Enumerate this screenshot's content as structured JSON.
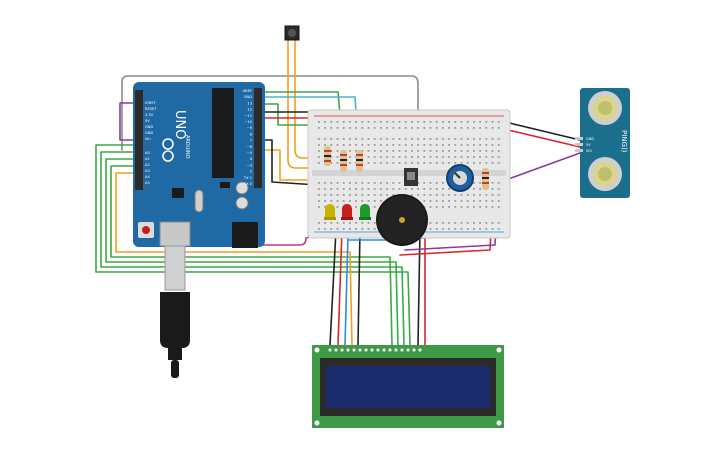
{
  "arduino": {
    "brand": "UNO",
    "model_text": "ARDUINO",
    "digital_pins": [
      "AREF",
      "GND",
      "13",
      "12",
      "~11",
      "~10",
      "~9",
      "8",
      "7",
      "~6",
      "~5",
      "4",
      "~3",
      "2",
      "TX 1",
      "RX 0"
    ],
    "power_pins": [
      "IOREF",
      "RESET",
      "3.3V",
      "5V",
      "GND",
      "GND",
      "Vin"
    ],
    "analog_pins": [
      "A0",
      "A1",
      "A2",
      "A3",
      "A4",
      "A5"
    ]
  },
  "sensor": {
    "brand": "PING))",
    "pins": [
      "GND",
      "5V",
      "SIG"
    ]
  },
  "lcd": {
    "pin_count": 16
  },
  "colors": {
    "arduino_board": "#1f6aa5",
    "breadboard": "#e8e8e8",
    "sensor_board": "#1b6f8c",
    "lcd_board": "#3e9a47",
    "lcd_screen": "#1b2a6b",
    "wire_orange": "#f0a020",
    "wire_green": "#3aa845",
    "wire_red": "#d8262c",
    "wire_black": "#222222",
    "wire_blue": "#2b8fd6",
    "wire_purple": "#8a3aa0",
    "wire_gray": "#8a8a8a",
    "led_yellow": "#c8b400",
    "led_red": "#c81e1e",
    "led_green": "#1e9a2a"
  }
}
